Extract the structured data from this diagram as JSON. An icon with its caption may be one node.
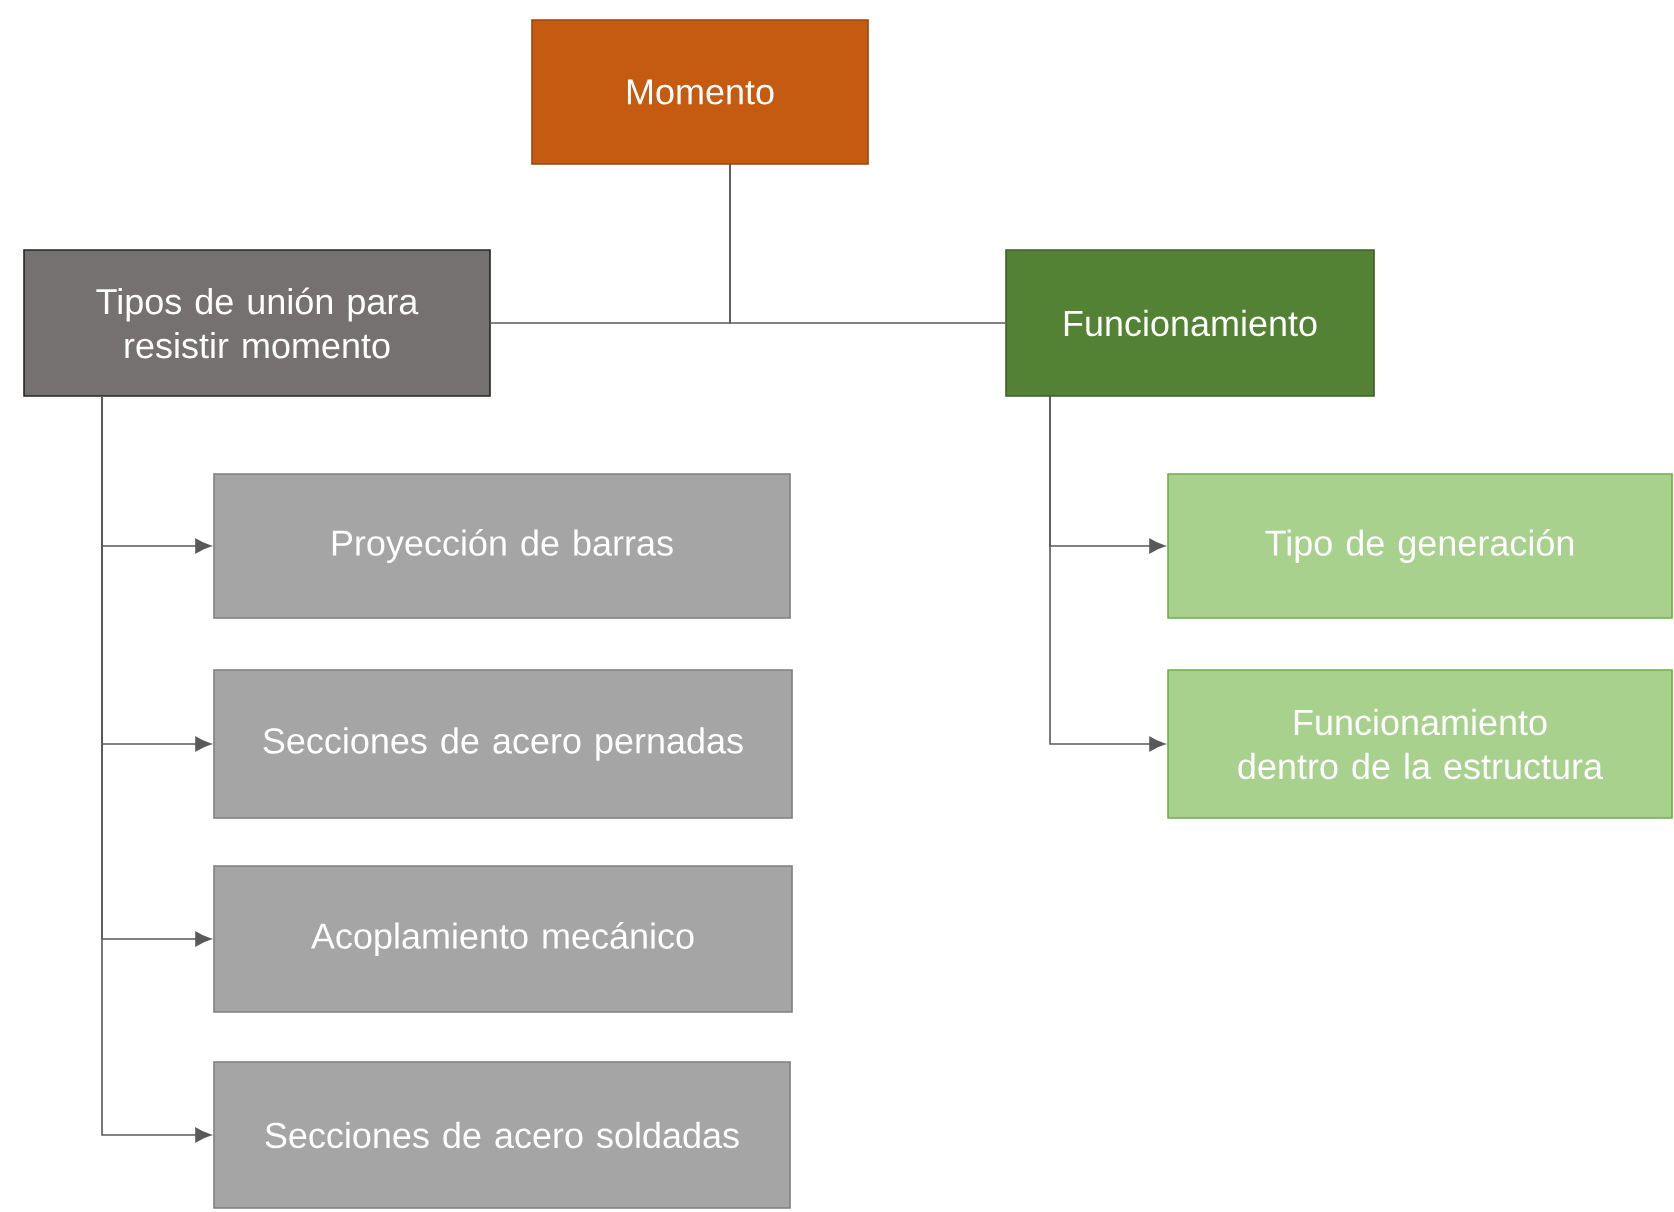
{
  "diagram": {
    "nodes": [
      {
        "text": [
          "Momento"
        ]
      },
      {
        "text": [
          "Tipos de unión para resistir momento"
        ]
      },
      {
        "text": [
          "Funcionamiento"
        ]
      },
      {
        "text": [
          "Proyección de barras"
        ]
      },
      {
        "text": [
          "Secciones de acero pernadas"
        ]
      },
      {
        "text": [
          "Acoplamiento mecánico"
        ]
      },
      {
        "text": [
          "Secciones de acero soldadas"
        ]
      },
      {
        "text": [
          "Tipo de generación"
        ]
      },
      {
        "text": [
          "Funcionamiento dentro de la estructura"
        ]
      }
    ],
    "edges": [
      {
        "from": 0,
        "to": 1,
        "arrow": "none"
      },
      {
        "from": 0,
        "to": 2,
        "arrow": "none"
      },
      {
        "from": 1,
        "to": 3,
        "arrow": "to"
      },
      {
        "from": 1,
        "to": 4,
        "arrow": "to"
      },
      {
        "from": 1,
        "to": 5,
        "arrow": "to"
      },
      {
        "from": 1,
        "to": 6,
        "arrow": "to"
      },
      {
        "from": 2,
        "to": 7,
        "arrow": "to"
      },
      {
        "from": 2,
        "to": 8,
        "arrow": "to"
      }
    ]
  }
}
